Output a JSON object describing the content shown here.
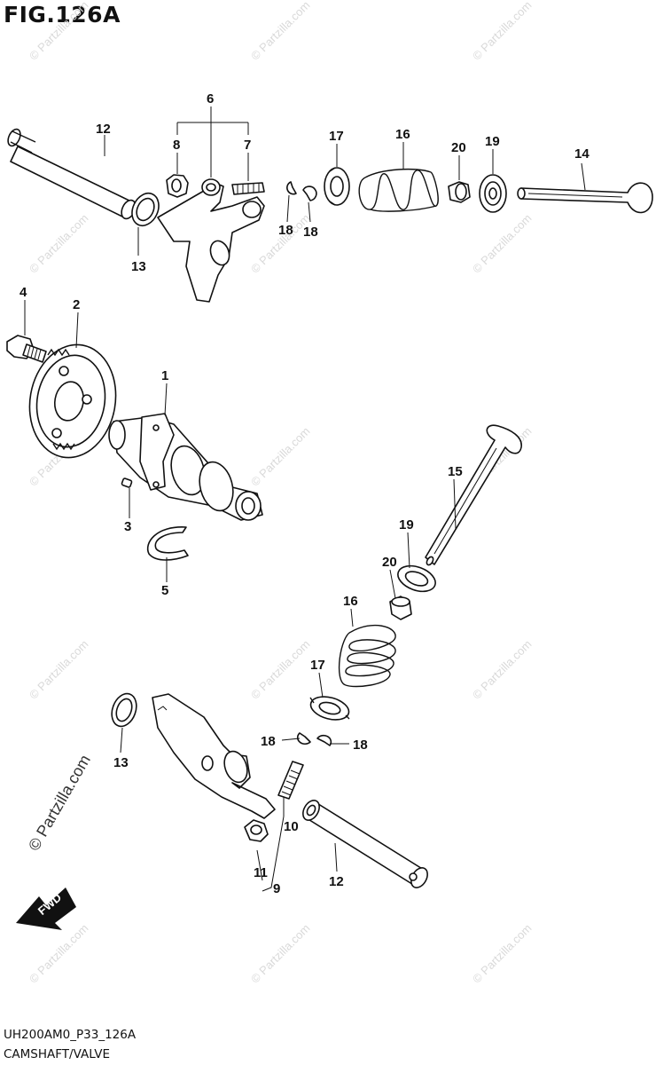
{
  "figure": {
    "title": "FIG.126A",
    "code": "UH200AM0_P33_126A",
    "name": "CAMSHAFT/VALVE"
  },
  "watermark": {
    "text": "© Partzilla.com",
    "text_light": "© Partzilla.com"
  },
  "fwd_label": "FWD",
  "callouts": {
    "c1": "1",
    "c2": "2",
    "c3": "3",
    "c4": "4",
    "c5": "5",
    "c6": "6",
    "c7": "7",
    "c8": "8",
    "c9": "9",
    "c10": "10",
    "c11": "11",
    "c12_top": "12",
    "c12_bottom": "12",
    "c13_top": "13",
    "c13_bottom": "13",
    "c14": "14",
    "c15": "15",
    "c16_top": "16",
    "c16_bottom": "16",
    "c17_top": "17",
    "c17_bottom": "17",
    "c18_a": "18",
    "c18_b": "18",
    "c18_c": "18",
    "c18_d": "18",
    "c19_top": "19",
    "c19_bottom": "19",
    "c20_top": "20",
    "c20_bottom": "20"
  }
}
